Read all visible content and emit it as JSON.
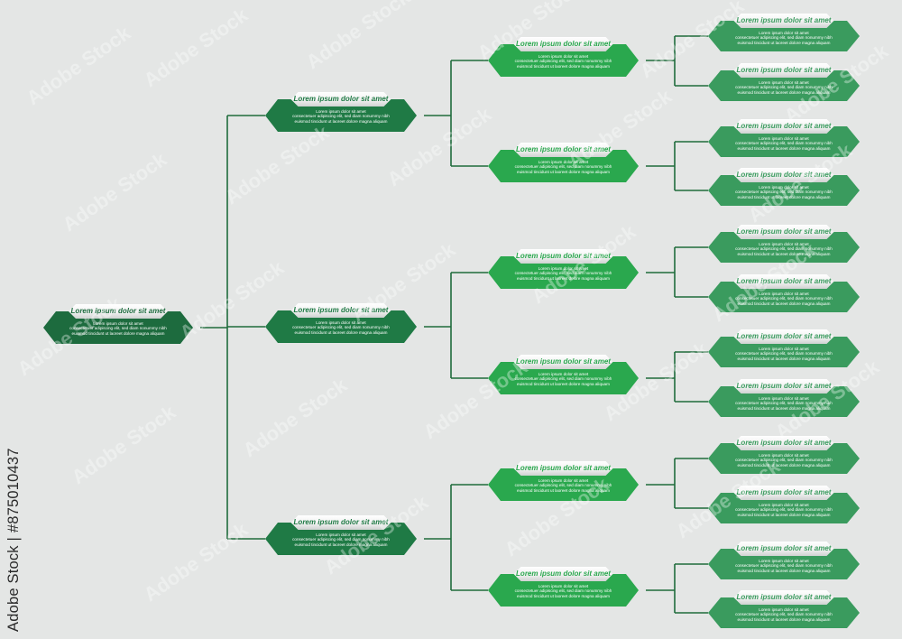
{
  "colors": {
    "background": "#e4e6e5",
    "root": "#1d6b3e",
    "level1": "#1f7a45",
    "level2": "#2aa84e",
    "level3": "#3a9b5e",
    "connector": "#1f6b3b"
  },
  "root": {
    "title": "Lorem ipsum dolor sit amet",
    "desc": [
      "Lorem ipsum dolor sit amet",
      "consectetuer adipiscing elit, sed diam nonummy nibh",
      "euismod tincidunt ut laoreet dolore magna aliquam"
    ]
  },
  "level1": [
    {
      "title": "Lorem ipsum dolor sit amet",
      "desc": [
        "Lorem ipsum dolor sit amet",
        "consectetuer adipiscing elit, sed diam nonummy nibh",
        "euismod tincidunt ut laoreet dolore magna aliquam"
      ]
    },
    {
      "title": "Lorem ipsum dolor sit amet",
      "desc": [
        "Lorem ipsum dolor sit amet",
        "consectetuer adipiscing elit, sed diam nonummy nibh",
        "euismod tincidunt ut laoreet dolore magna aliquam"
      ]
    },
    {
      "title": "Lorem ipsum dolor sit amet",
      "desc": [
        "Lorem ipsum dolor sit amet",
        "consectetuer adipiscing elit, sed diam nonummy nibh",
        "euismod tincidunt ut laoreet dolore magna aliquam"
      ]
    }
  ],
  "level2": [
    {
      "title": "Lorem ipsum dolor sit amet",
      "desc": [
        "Lorem ipsum dolor sit amet",
        "consectetuer adipiscing elit, sed diam nonummy nibh",
        "euismod tincidunt ut laoreet dolore magna aliquam"
      ]
    },
    {
      "title": "Lorem ipsum dolor sit amet",
      "desc": [
        "Lorem ipsum dolor sit amet",
        "consectetuer adipiscing elit, sed diam nonummy nibh",
        "euismod tincidunt ut laoreet dolore magna aliquam"
      ]
    },
    {
      "title": "Lorem ipsum dolor sit amet",
      "desc": [
        "Lorem ipsum dolor sit amet",
        "consectetuer adipiscing elit, sed diam nonummy nibh",
        "euismod tincidunt ut laoreet dolore magna aliquam"
      ]
    },
    {
      "title": "Lorem ipsum dolor sit amet",
      "desc": [
        "Lorem ipsum dolor sit amet",
        "consectetuer adipiscing elit, sed diam nonummy nibh",
        "euismod tincidunt ut laoreet dolore magna aliquam"
      ]
    },
    {
      "title": "Lorem ipsum dolor sit amet",
      "desc": [
        "Lorem ipsum dolor sit amet",
        "consectetuer adipiscing elit, sed diam nonummy nibh",
        "euismod tincidunt ut laoreet dolore magna aliquam"
      ]
    },
    {
      "title": "Lorem ipsum dolor sit amet",
      "desc": [
        "Lorem ipsum dolor sit amet",
        "consectetuer adipiscing elit, sed diam nonummy nibh",
        "euismod tincidunt ut laoreet dolore magna aliquam"
      ]
    }
  ],
  "level3": [
    {
      "title": "Lorem ipsum dolor sit amet",
      "desc": [
        "Lorem ipsum dolor sit amet",
        "consectetuer adipiscing elit, sed diam nonummy nibh",
        "euismod tincidunt ut laoreet dolore magna aliquam"
      ]
    },
    {
      "title": "Lorem ipsum dolor sit amet",
      "desc": [
        "Lorem ipsum dolor sit amet",
        "consectetuer adipiscing elit, sed diam nonummy nibh",
        "euismod tincidunt ut laoreet dolore magna aliquam"
      ]
    },
    {
      "title": "Lorem ipsum dolor sit amet",
      "desc": [
        "Lorem ipsum dolor sit amet",
        "consectetuer adipiscing elit, sed diam nonummy nibh",
        "euismod tincidunt ut laoreet dolore magna aliquam"
      ]
    },
    {
      "title": "Lorem ipsum dolor sit amet",
      "desc": [
        "Lorem ipsum dolor sit amet",
        "consectetuer adipiscing elit, sed diam nonummy nibh",
        "euismod tincidunt ut laoreet dolore magna aliquam"
      ]
    },
    {
      "title": "Lorem ipsum dolor sit amet",
      "desc": [
        "Lorem ipsum dolor sit amet",
        "consectetuer adipiscing elit, sed diam nonummy nibh",
        "euismod tincidunt ut laoreet dolore magna aliquam"
      ]
    },
    {
      "title": "Lorem ipsum dolor sit amet",
      "desc": [
        "Lorem ipsum dolor sit amet",
        "consectetuer adipiscing elit, sed diam nonummy nibh",
        "euismod tincidunt ut laoreet dolore magna aliquam"
      ]
    },
    {
      "title": "Lorem ipsum dolor sit amet",
      "desc": [
        "Lorem ipsum dolor sit amet",
        "consectetuer adipiscing elit, sed diam nonummy nibh",
        "euismod tincidunt ut laoreet dolore magna aliquam"
      ]
    },
    {
      "title": "Lorem ipsum dolor sit amet",
      "desc": [
        "Lorem ipsum dolor sit amet",
        "consectetuer adipiscing elit, sed diam nonummy nibh",
        "euismod tincidunt ut laoreet dolore magna aliquam"
      ]
    },
    {
      "title": "Lorem ipsum dolor sit amet",
      "desc": [
        "Lorem ipsum dolor sit amet",
        "consectetuer adipiscing elit, sed diam nonummy nibh",
        "euismod tincidunt ut laoreet dolore magna aliquam"
      ]
    },
    {
      "title": "Lorem ipsum dolor sit amet",
      "desc": [
        "Lorem ipsum dolor sit amet",
        "consectetuer adipiscing elit, sed diam nonummy nibh",
        "euismod tincidunt ut laoreet dolore magna aliquam"
      ]
    },
    {
      "title": "Lorem ipsum dolor sit amet",
      "desc": [
        "Lorem ipsum dolor sit amet",
        "consectetuer adipiscing elit, sed diam nonummy nibh",
        "euismod tincidunt ut laoreet dolore magna aliquam"
      ]
    },
    {
      "title": "Lorem ipsum dolor sit amet",
      "desc": [
        "Lorem ipsum dolor sit amet",
        "consectetuer adipiscing elit, sed diam nonummy nibh",
        "euismod tincidunt ut laoreet dolore magna aliquam"
      ]
    }
  ],
  "watermark": {
    "side_text": "Adobe Stock | #875010437",
    "faint_text": "Adobe Stock"
  }
}
